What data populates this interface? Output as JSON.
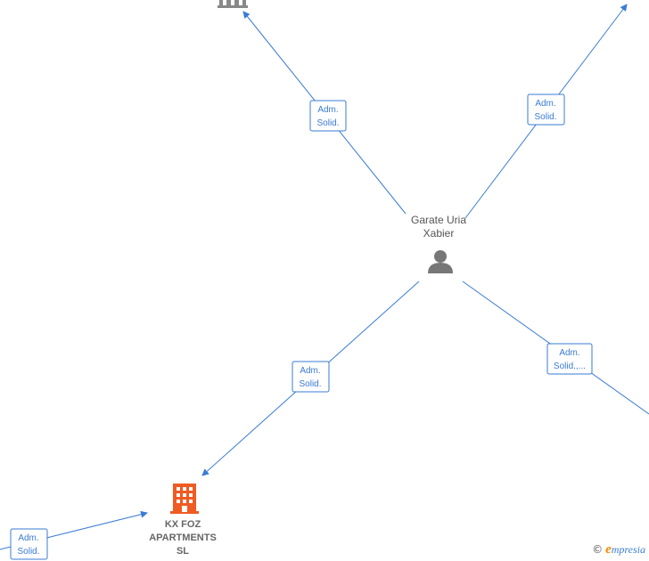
{
  "colors": {
    "edge": "#3a7bd5",
    "company_main": "#f05a23",
    "company_other": "#888888",
    "person": "#777777"
  },
  "nodes": {
    "person": {
      "line1": "Garate Uria",
      "line2": "Xabier",
      "icon": "person-icon"
    },
    "company_main": {
      "line1": "KX FOZ",
      "line2": "APARTMENTS",
      "line3": "SL",
      "icon": "building-icon"
    },
    "company_top": {
      "icon": "building-icon"
    }
  },
  "edges": [
    {
      "line1": "Adm.",
      "line2": "Solid."
    },
    {
      "line1": "Adm.",
      "line2": "Solid."
    },
    {
      "line1": "Adm.",
      "line2": "Solid."
    },
    {
      "line1": "Adm.",
      "line2": "Solid.,..."
    },
    {
      "line1": "Adm.",
      "line2": "Solid."
    }
  ],
  "brand": {
    "copyright": "©",
    "initial": "e",
    "rest": "mpresia"
  }
}
